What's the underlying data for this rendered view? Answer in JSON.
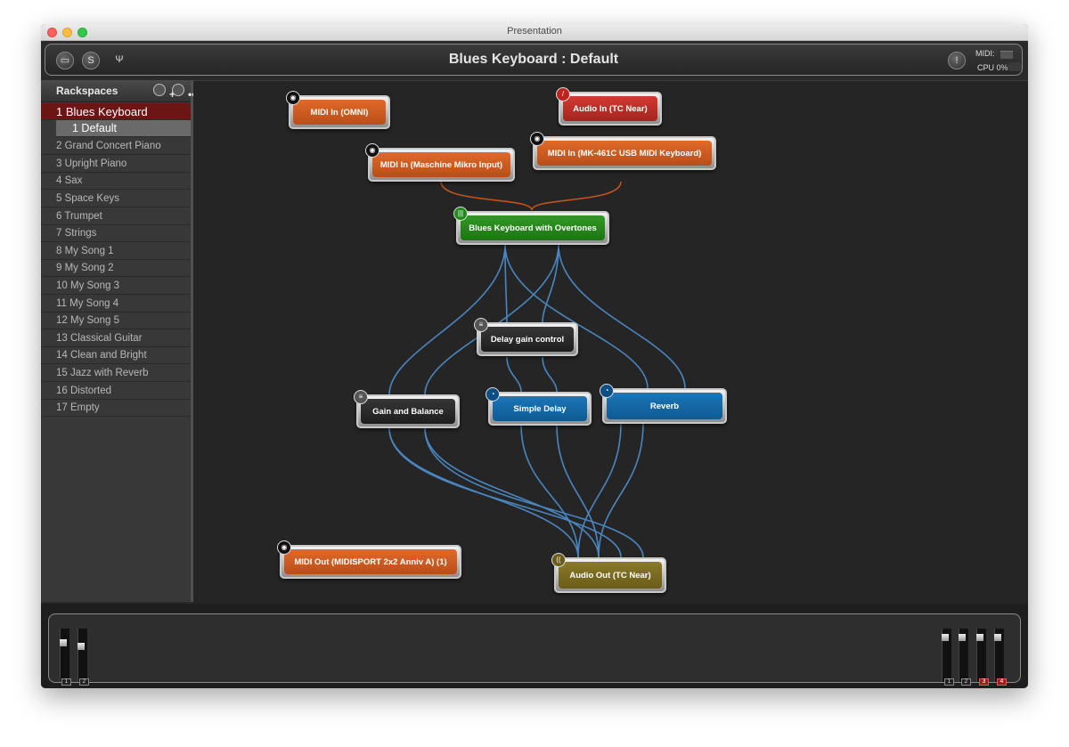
{
  "window": {
    "title": "Presentation"
  },
  "header": {
    "title": "Blues Keyboard : Default",
    "midi_label": "MIDI:",
    "cpu_label": "CPU",
    "cpu_value": "0%"
  },
  "sidebar": {
    "title": "Rackspaces",
    "items": [
      {
        "label": "1 Blues Keyboard",
        "selected": true
      },
      {
        "label": "1   Default",
        "sub": true
      },
      {
        "label": "2 Grand Concert Piano"
      },
      {
        "label": "3 Upright Piano"
      },
      {
        "label": "4 Sax"
      },
      {
        "label": "5 Space Keys"
      },
      {
        "label": "6 Trumpet"
      },
      {
        "label": "7 Strings"
      },
      {
        "label": "8 My Song 1"
      },
      {
        "label": "9 My Song 2"
      },
      {
        "label": "10 My Song 3"
      },
      {
        "label": "11 My Song 4"
      },
      {
        "label": "12 My Song 5"
      },
      {
        "label": "13 Classical Guitar"
      },
      {
        "label": "14 Clean and Bright"
      },
      {
        "label": "15 Jazz with Reverb"
      },
      {
        "label": "16 Distorted"
      },
      {
        "label": "17 Empty"
      }
    ]
  },
  "nodes": {
    "midi_in_omni": "MIDI In (OMNI)",
    "audio_in": "Audio In (TC Near)",
    "midi_in_maschine": "MIDI In (Maschine Mikro Input)",
    "midi_in_mk461c": "MIDI In (MK-461C USB MIDI Keyboard)",
    "blues_keyboard": "Blues Keyboard with Overtones",
    "delay_gain": "Delay gain control",
    "gain_balance": "Gain and Balance",
    "simple_delay": "Simple Delay",
    "reverb": "Reverb",
    "midi_out": "MIDI Out (MIDISPORT 2x2 Anniv A) (1)",
    "audio_out": "Audio Out (TC Near)"
  },
  "channels": {
    "left": [
      "1",
      "2"
    ],
    "right": [
      "1",
      "2",
      "3",
      "4"
    ]
  },
  "colors": {
    "orange": "#d2602a",
    "red": "#c8302a",
    "green": "#2a8c1e",
    "blue": "#1469a8",
    "gold": "#7e6e22",
    "wire_blue": "#4a86c0",
    "wire_orange": "#c0551e"
  }
}
